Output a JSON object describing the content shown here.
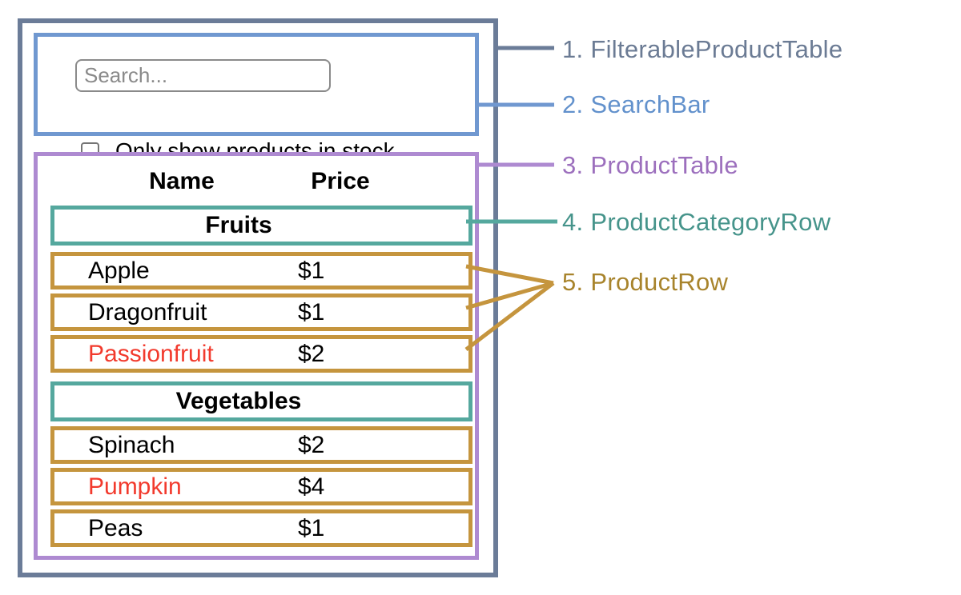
{
  "search_bar": {
    "placeholder": "Search...",
    "checkbox_label": "Only show products in stock"
  },
  "product_table": {
    "headers": {
      "name": "Name",
      "price": "Price"
    },
    "sections": [
      {
        "category": "Fruits",
        "rows": [
          {
            "name": "Apple",
            "price": "$1",
            "name_color": "default"
          },
          {
            "name": "Dragonfruit",
            "price": "$1",
            "name_color": "default"
          },
          {
            "name": "Passionfruit",
            "price": "$2",
            "name_color": "red"
          }
        ]
      },
      {
        "category": "Vegetables",
        "rows": [
          {
            "name": "Spinach",
            "price": "$2",
            "name_color": "default"
          },
          {
            "name": "Pumpkin",
            "price": "$4",
            "name_color": "red"
          },
          {
            "name": "Peas",
            "price": "$1",
            "name_color": "default"
          }
        ]
      }
    ]
  },
  "legend": {
    "items": [
      {
        "label": "1. FilterableProductTable"
      },
      {
        "label": "2. SearchBar"
      },
      {
        "label": "3. ProductTable"
      },
      {
        "label": "4. ProductCategoryRow"
      },
      {
        "label": "5. ProductRow"
      }
    ]
  },
  "colors": {
    "filterable_product_table": "#6b7c98",
    "search_bar": "#7098d0",
    "product_table": "#ae8ad1",
    "product_category_row": "#55a89e",
    "product_row": "#c5953e",
    "out_of_stock_text": "#f23a2d"
  }
}
